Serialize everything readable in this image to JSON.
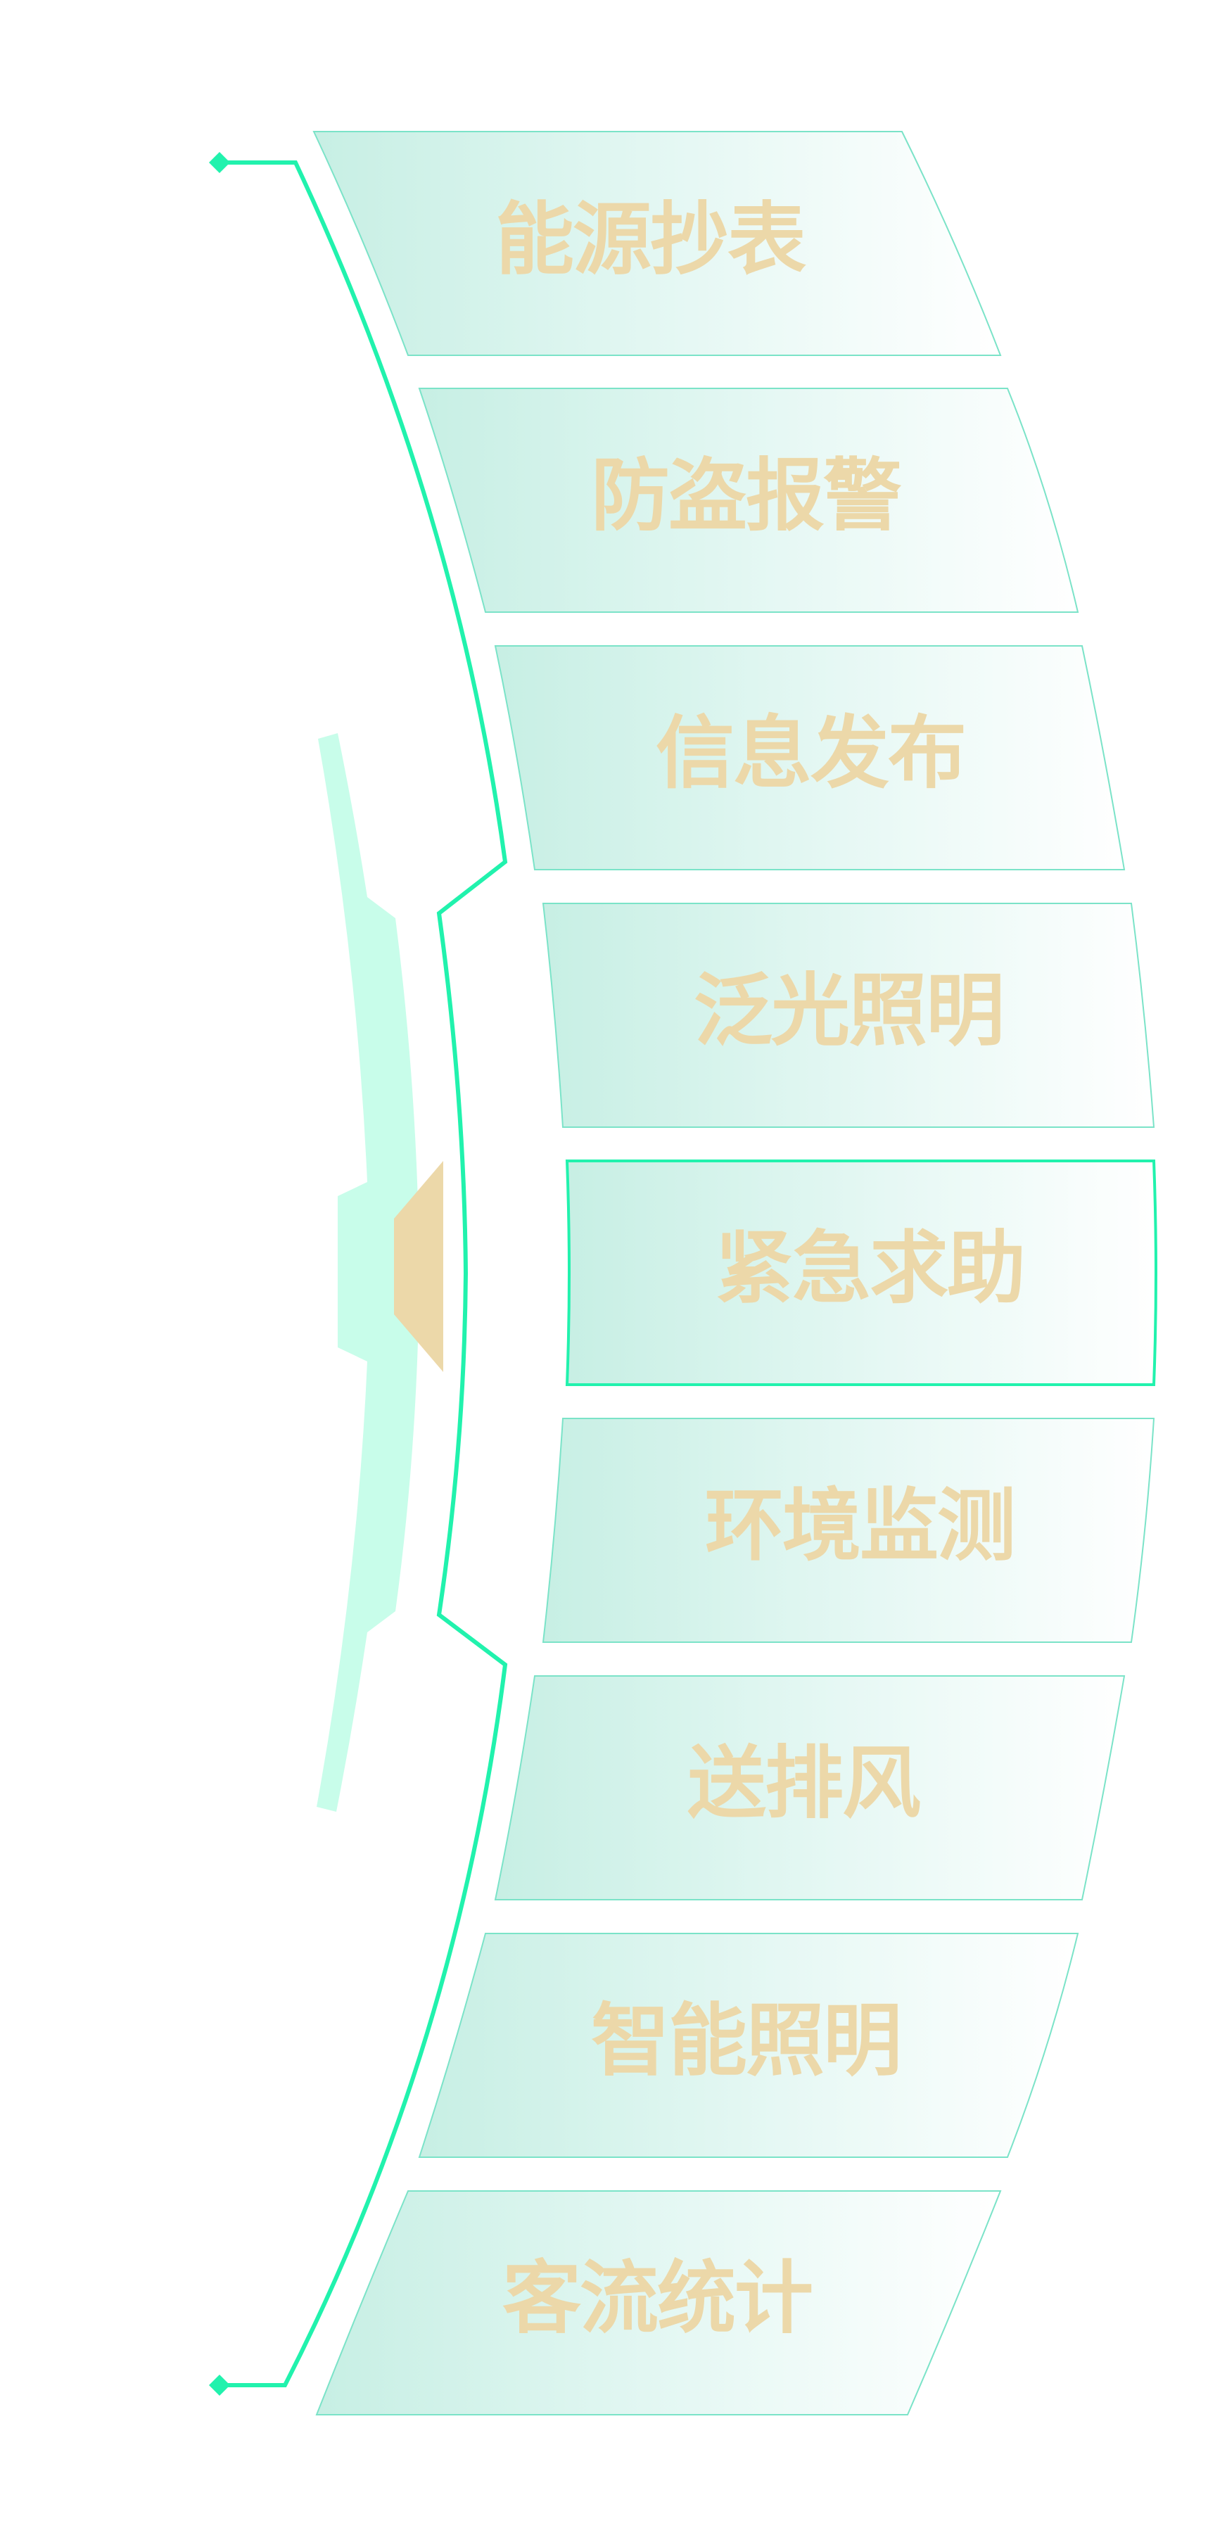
{
  "colors": {
    "accent": "#21f2ad",
    "label": "#ecd8a9",
    "panel_fill_start": "#c7efe4",
    "panel_fill_end": "#ffffff",
    "side_bar": "#c8fdea",
    "pointer": "#ecd8a9"
  },
  "menu": {
    "items": [
      {
        "label": "能源抄表"
      },
      {
        "label": "防盗报警"
      },
      {
        "label": "信息发布"
      },
      {
        "label": "泛光照明"
      },
      {
        "label": "紧急求助"
      },
      {
        "label": "环境监测"
      },
      {
        "label": "送排风"
      },
      {
        "label": "智能照明"
      },
      {
        "label": "客流统计"
      }
    ],
    "selected_label": "紧急求助"
  }
}
